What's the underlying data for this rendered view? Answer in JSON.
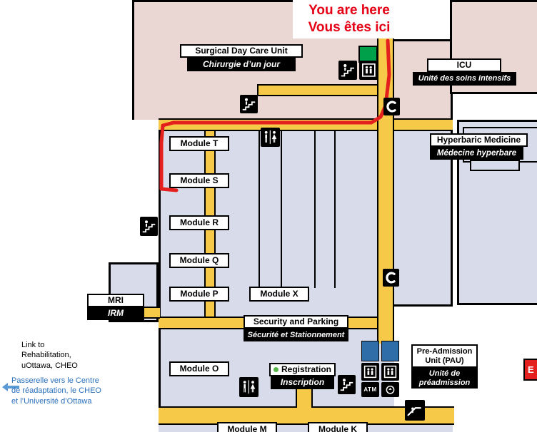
{
  "marker": {
    "en": "You are here",
    "fr": "Vous êtes ici"
  },
  "areas": {
    "surgical": {
      "en": "Surgical Day Care Unit",
      "fr": "Chirurgie d’un jour"
    },
    "icu": {
      "en": "ICU",
      "fr": "Unité des soins intensifs"
    },
    "hyperbaric": {
      "en": "Hyperbaric Medicine",
      "fr": "Médecine hyperbare"
    },
    "mri": {
      "en": "MRI",
      "fr": "IRM"
    },
    "security": {
      "en": "Security and Parking",
      "fr": "Sécurité et Stationnement"
    },
    "registration": {
      "en": "Registration",
      "fr": "Inscription"
    },
    "pau": {
      "en": "Pre-Admission\nUnit (PAU)",
      "fr": "Unité de\npréadmission"
    },
    "emergency_partial": "E"
  },
  "modules": [
    "Module T",
    "Module S",
    "Module R",
    "Module Q",
    "Module P",
    "Module X",
    "Module O",
    "Module M",
    "Module K"
  ],
  "footnote": {
    "en": "Link to\nRehabilitation,\nuOttawa, CHEO",
    "fr": "Passerelle vers le Centre\nde réadaptation, le CHEO\net l’Université d’Ottawa"
  },
  "icons": {
    "atm": "ATM",
    "stairs": "stair-steps-with-person",
    "elevator": "box-with-two-figures",
    "restroom": "male-female-figures",
    "phone": "C-handset-arc",
    "escalator": "diagonal-steps-with-person",
    "circle": "circle-with-arrow"
  },
  "colors": {
    "corridor": "#F7C948",
    "upper_wing": "#EAD6D3",
    "main_floor": "#D8DCEA",
    "route": "#E4201E",
    "marker_green": "#00A04B",
    "elevator_blue": "#2F6DA8",
    "emergency_red": "#E4201E",
    "link_blue": "#2A6FBB"
  }
}
